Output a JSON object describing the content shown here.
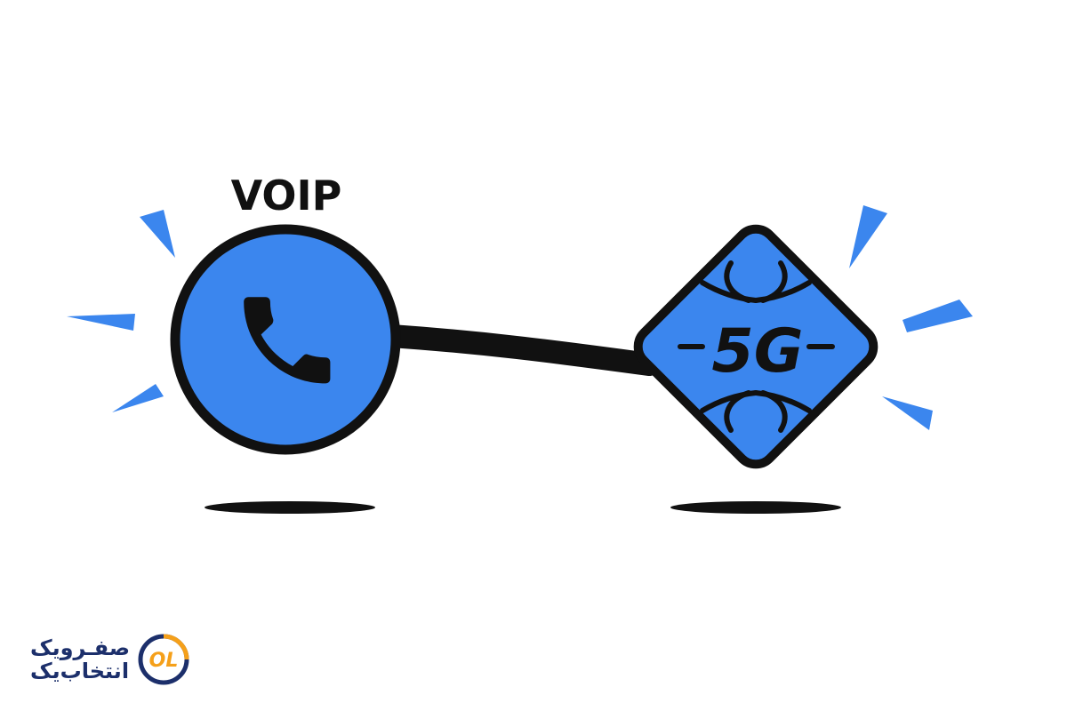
{
  "labels": {
    "voip": "VOIP",
    "fiveg": "5G"
  },
  "icons": {
    "phone": "phone-handset-icon",
    "network": "5g-diamond-icon",
    "logo": "ol-logo-icon"
  },
  "logo": {
    "line1": "صفـرویک",
    "line2": "انتخاب‌یک",
    "mark": "OL"
  },
  "colors": {
    "accent": "#3b86ee",
    "outline": "#111111",
    "logo_navy": "#1c2f6b",
    "logo_orange": "#f5a01a"
  }
}
